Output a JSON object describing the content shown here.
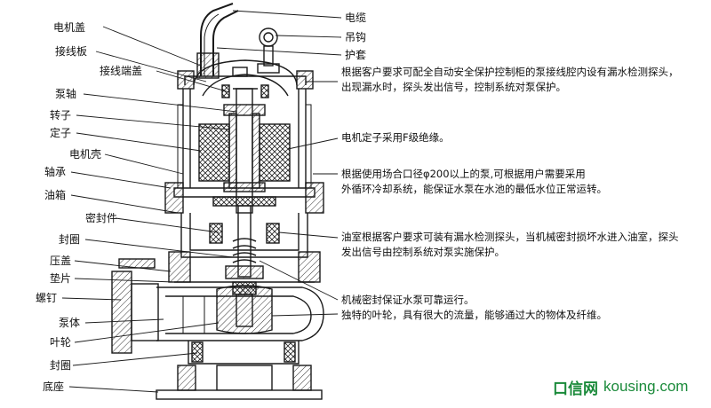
{
  "left_labels": [
    {
      "id": "motor-cover",
      "text": "电机盖"
    },
    {
      "id": "terminal-board",
      "text": "接线板"
    },
    {
      "id": "terminal-cover",
      "text": "接线端盖"
    },
    {
      "id": "pump-shaft",
      "text": "泵轴"
    },
    {
      "id": "rotor",
      "text": "转子"
    },
    {
      "id": "stator",
      "text": "定子"
    },
    {
      "id": "motor-housing",
      "text": "电机壳"
    },
    {
      "id": "bearing",
      "text": "轴承"
    },
    {
      "id": "oil-tank",
      "text": "油箱"
    },
    {
      "id": "seal-part",
      "text": "密封件"
    },
    {
      "id": "seal-ring-1",
      "text": "封圈"
    },
    {
      "id": "gland",
      "text": "压盖"
    },
    {
      "id": "gasket",
      "text": "垫片"
    },
    {
      "id": "screw",
      "text": "螺钉"
    },
    {
      "id": "pump-body",
      "text": "泵体"
    },
    {
      "id": "impeller",
      "text": "叶轮"
    },
    {
      "id": "seal-ring-2",
      "text": "封圈"
    },
    {
      "id": "base",
      "text": "底座"
    }
  ],
  "right_labels": [
    {
      "id": "cable",
      "text": "电缆"
    },
    {
      "id": "hook",
      "text": "吊钩"
    },
    {
      "id": "sheath",
      "text": "护套"
    }
  ],
  "notes": [
    {
      "id": "note-leak-probe",
      "lines": [
        "根据客户要求可配全自动安全保护控制柜的泵接线腔内设有漏水检测探头，",
        "出现漏水时，探头发出信号，控制系统对泵保护。"
      ]
    },
    {
      "id": "note-insulation",
      "lines": [
        "电机定子采用F级绝缘。"
      ]
    },
    {
      "id": "note-cooling",
      "lines": [
        "根据使用场合口径φ200以上的泵,可根据用户需要采用",
        "外循环冷却系统，能保证水泵在水池的最低水位正常运转。"
      ]
    },
    {
      "id": "note-oil-chamber",
      "lines": [
        "油室根据客户要求可装有漏水检测探头，当机械密封损坏水进入油室，探头",
        "发出信号由控制系统对泵实施保护。"
      ]
    },
    {
      "id": "note-mech-seal",
      "lines": [
        "机械密封保证水泵可靠运行。"
      ]
    },
    {
      "id": "note-impeller",
      "lines": [
        "独特的叶轮，具有很大的流量，能够通过大的物体及纤维。"
      ]
    }
  ],
  "watermark": {
    "logo": "口信网",
    "site": "kousing.com"
  },
  "colors": {
    "line": "#1a1a1a",
    "hatch": "#333333",
    "watermark": "#1a8a3a"
  }
}
